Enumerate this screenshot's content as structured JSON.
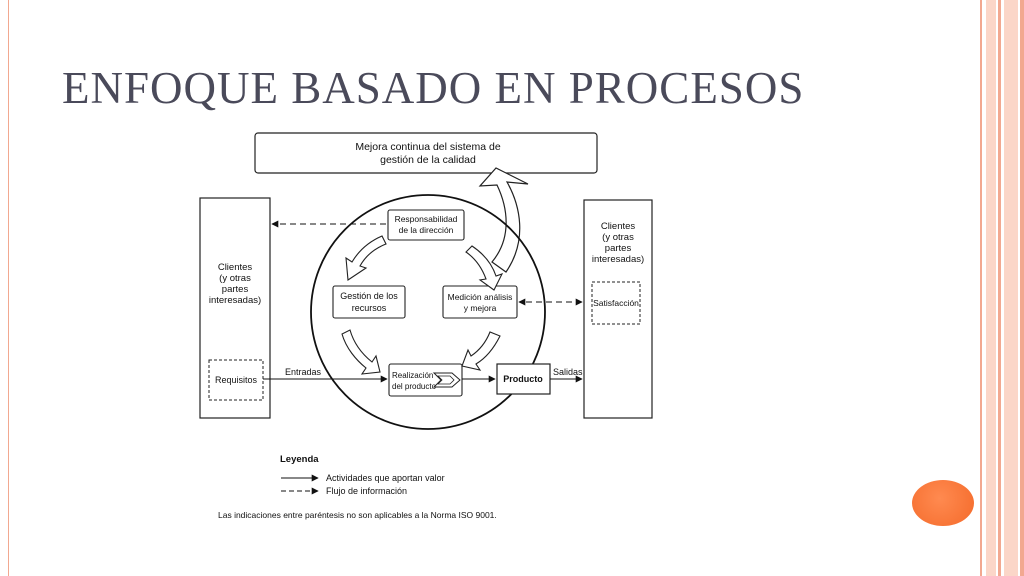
{
  "slide": {
    "title": "ENFOQUE BASADO EN PROCESOS"
  },
  "diagram": {
    "mejora": [
      "Mejora continua del sistema de",
      "gestión de la calidad"
    ],
    "clientes_left": [
      "Clientes",
      "(y otras",
      "partes",
      "interesadas)"
    ],
    "requisitos": "Requisitos",
    "clientes_right": [
      "Clientes",
      "(y otras",
      "partes",
      "interesadas)"
    ],
    "satisfaccion": "Satisfacción",
    "responsabilidad": [
      "Responsabilidad",
      "de la dirección"
    ],
    "gestion_recursos": [
      "Gestión de los",
      "recursos"
    ],
    "medicion": [
      "Medición análisis",
      "y mejora"
    ],
    "realizacion": [
      "Realización",
      "del producto"
    ],
    "producto": "Producto",
    "entradas": "Entradas",
    "salidas": "Salidas"
  },
  "legend": {
    "title": "Leyenda",
    "solid": "Actividades que aportan valor",
    "dashed": "Flujo de información",
    "note": "Las indicaciones entre paréntesis no son aplicables a la Norma ISO 9001."
  },
  "colors": {
    "title": "#4a4a5a",
    "accent_orange": "#f46a2a",
    "stripe_pink": "#f2a890"
  }
}
